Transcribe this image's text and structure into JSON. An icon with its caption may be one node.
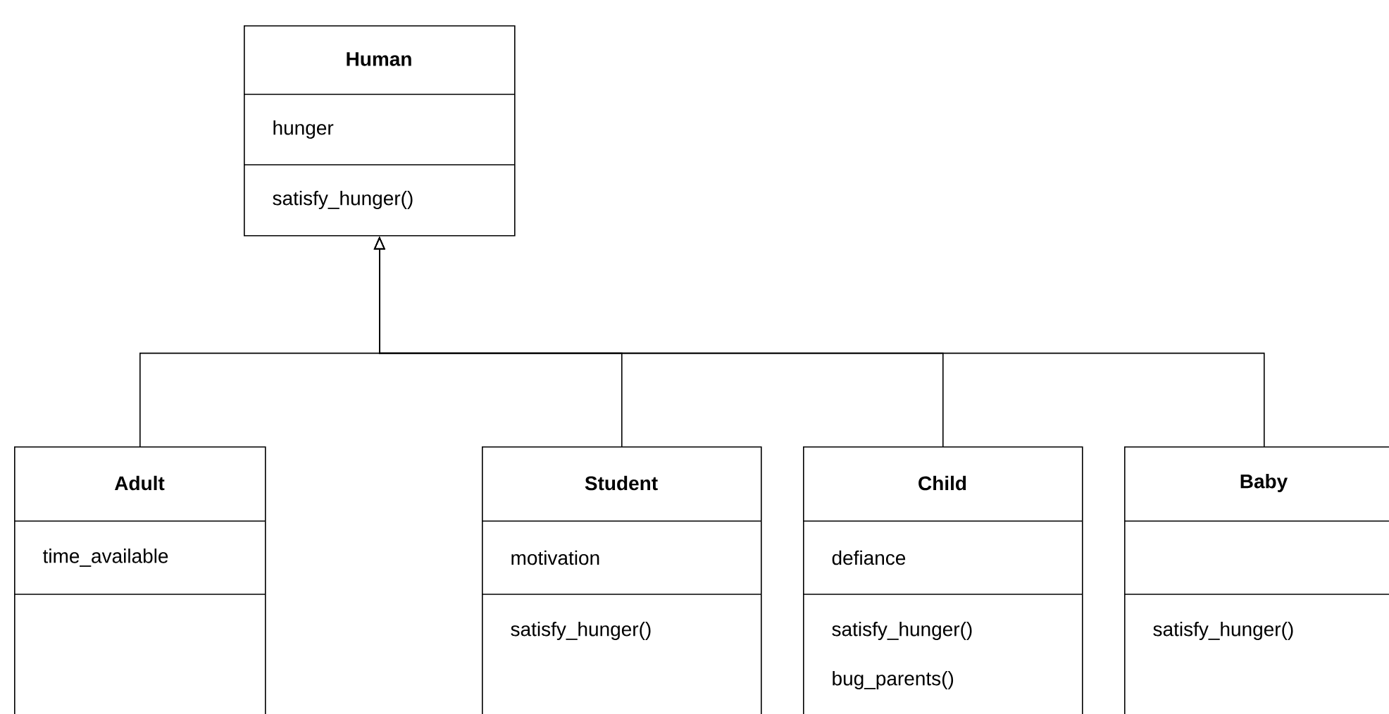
{
  "diagram": {
    "nodes": [
      {
        "text": [
          "Human",
          "hunger",
          "satisfy_hunger()"
        ]
      },
      {
        "text": [
          "Adult",
          "time_available"
        ]
      },
      {
        "text": [
          "Student",
          "motivation",
          "satisfy_hunger()"
        ]
      },
      {
        "text": [
          "Child",
          "defiance",
          "satisfy_hunger()",
          "bug_parents()"
        ]
      },
      {
        "text": [
          "Baby",
          "satisfy_hunger()"
        ]
      }
    ],
    "edges": [
      {
        "from": 1,
        "to": 0,
        "arrow": "to"
      },
      {
        "from": 2,
        "to": 0,
        "arrow": "to"
      },
      {
        "from": 3,
        "to": 0,
        "arrow": "to"
      },
      {
        "from": 4,
        "to": 0,
        "arrow": "to"
      }
    ]
  }
}
